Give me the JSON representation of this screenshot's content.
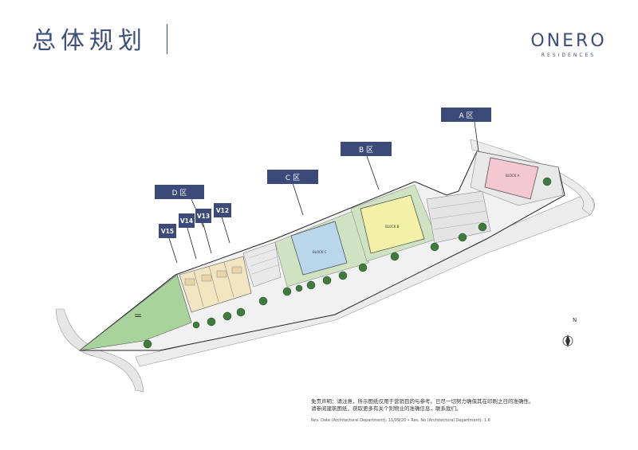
{
  "header": {
    "title": "总体规划",
    "brand_name": "ONERO",
    "brand_sub": "RESIDENCES"
  },
  "zones": {
    "a": "A 区",
    "b": "B 区",
    "c": "C 区",
    "d": "D 区"
  },
  "villas": {
    "v12": "V12",
    "v13": "V13",
    "v14": "V14",
    "v15": "V15"
  },
  "blocks": {
    "a": "BLOCK A",
    "b": "BLOCK B",
    "c": "BLOCK C"
  },
  "map_marks": {
    "green_area_symbol": "="
  },
  "compass": {
    "label": "N"
  },
  "disclaimer": {
    "line1": "免责声明：请注意，所示图纸仅用于营销目的与参考。已尽一切努力确保其在印刷之日的准确性。",
    "line2": "请参阅建筑图纸，获取更多有关个别物业的准确信息，联系我们。",
    "rev": "Rev. Date (Architectural Department): 11/09/20 • Rev. No (Architectural Department): 1.6"
  },
  "colors": {
    "zone_label_bg": "#3b4a78",
    "title": "#3d4f7a",
    "block_a": "#f4c8d0",
    "block_b": "#f3f0a8",
    "block_c": "#b9d6ea",
    "green_area": "#a9d39c",
    "villa_fill": "#f3e4c2"
  }
}
